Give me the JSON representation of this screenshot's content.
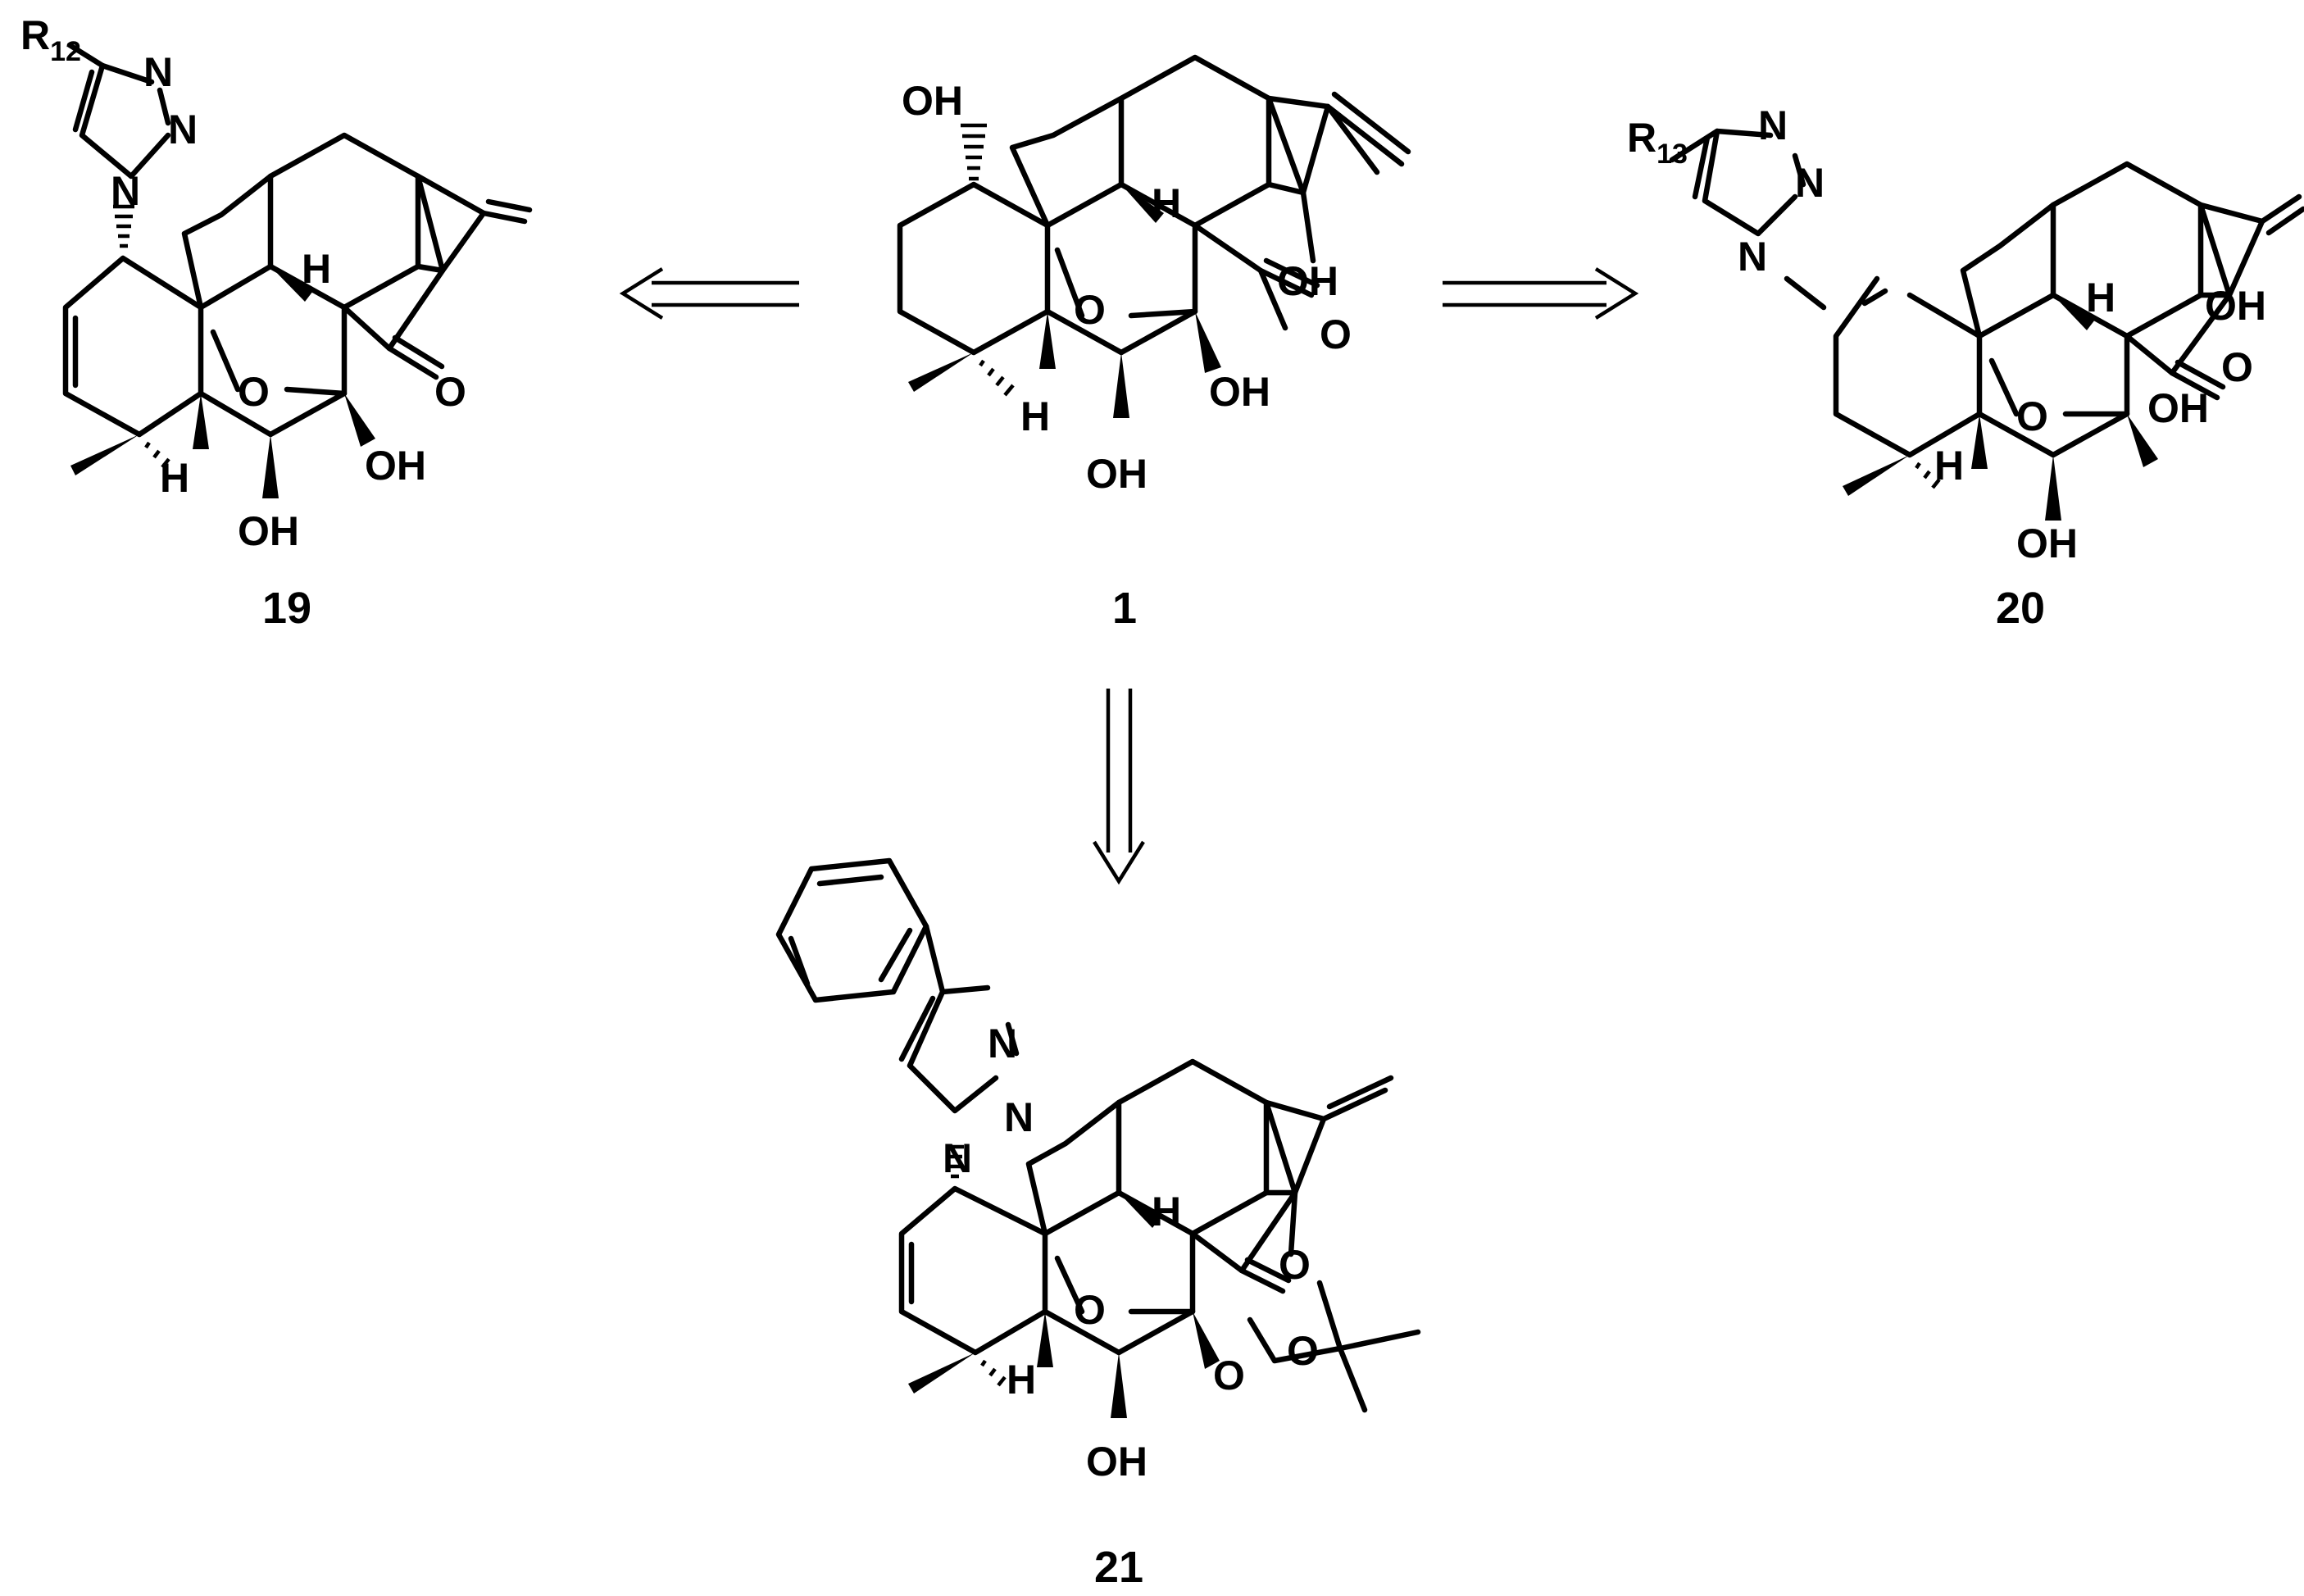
{
  "compounds": {
    "c19": {
      "label": "19",
      "substituent": {
        "base": "R",
        "index": "12"
      }
    },
    "c1": {
      "label": "1"
    },
    "c20": {
      "label": "20",
      "substituent": {
        "base": "R",
        "index": "13"
      }
    },
    "c21": {
      "label": "21"
    }
  },
  "atoms": {
    "oh": "OH",
    "o": "O",
    "h": "H",
    "n": "N"
  },
  "arrows": [
    {
      "name": "arrow-1-to-19",
      "direction": "left"
    },
    {
      "name": "arrow-1-to-20",
      "direction": "right"
    },
    {
      "name": "arrow-1-to-21",
      "direction": "down"
    }
  ]
}
